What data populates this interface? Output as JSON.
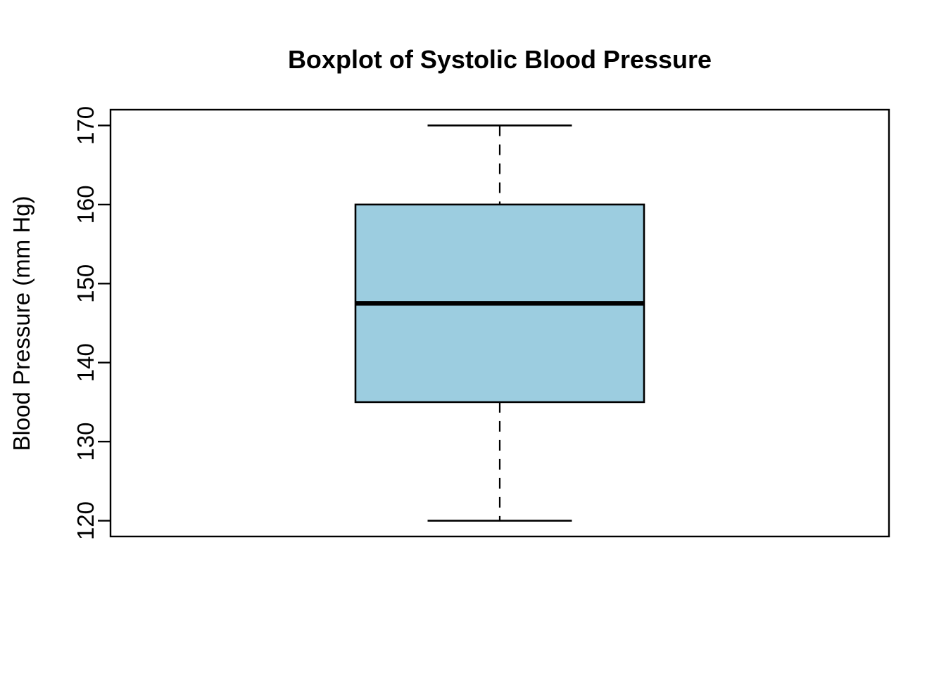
{
  "title": "Boxplot of Systolic Blood Pressure",
  "chart_data": {
    "type": "boxplot",
    "title": "Boxplot of Systolic Blood Pressure",
    "xlabel": "",
    "ylabel": "Blood Pressure (mm Hg)",
    "ylim": [
      118,
      172
    ],
    "yticks": [
      "120",
      "130",
      "140",
      "150",
      "160",
      "170"
    ],
    "grid": false,
    "legend": false,
    "orientation": "vertical",
    "whisker_style": "dashed",
    "colors": {
      "box_fill": "#9CCDE0",
      "stroke": "#000000",
      "background": "#ffffff"
    },
    "series": [
      {
        "name": "Systolic Blood Pressure",
        "min": 120,
        "q1": 135,
        "median": 147.5,
        "q3": 160,
        "max": 170,
        "outliers": []
      }
    ]
  }
}
